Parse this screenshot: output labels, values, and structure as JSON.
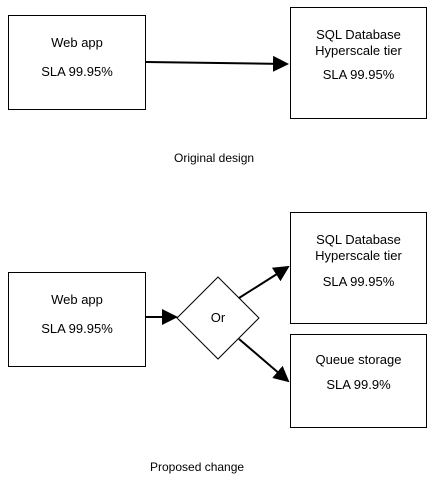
{
  "original": {
    "webapp": {
      "title": "Web app",
      "sla": "SLA 99.95%"
    },
    "sql": {
      "title_line1": "SQL Database",
      "title_line2": "Hyperscale tier",
      "sla": "SLA 99.95%"
    },
    "caption": "Original design"
  },
  "proposed": {
    "webapp": {
      "title": "Web app",
      "sla": "SLA 99.95%"
    },
    "decision": "Or",
    "sql": {
      "title_line1": "SQL Database",
      "title_line2": "Hyperscale tier",
      "sla": "SLA 99.95%"
    },
    "queue": {
      "title": "Queue storage",
      "sla": "SLA 99.9%"
    },
    "caption": "Proposed change"
  }
}
